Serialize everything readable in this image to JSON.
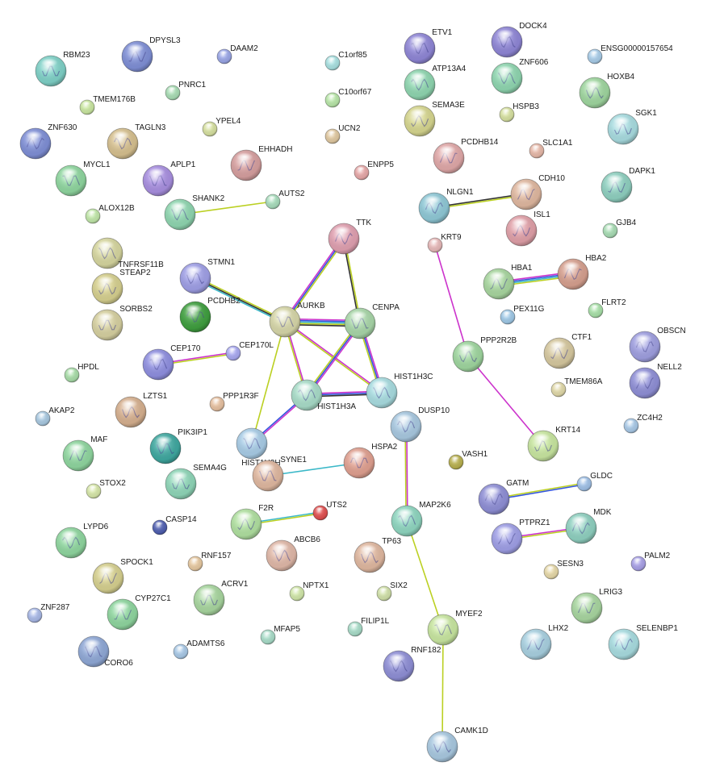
{
  "nodes": [
    {
      "id": "RBM23",
      "color": "#7fd1c7",
      "structure": true
    },
    {
      "id": "DPYSL3",
      "color": "#7f8fd6",
      "structure": true
    },
    {
      "id": "DAAM2",
      "color": "#9aa6e6",
      "structure": false
    },
    {
      "id": "C1orf85",
      "color": "#a8e0e0",
      "structure": false
    },
    {
      "id": "ETV1",
      "color": "#8f86d6",
      "structure": true
    },
    {
      "id": "DOCK4",
      "color": "#8f86d6",
      "structure": true
    },
    {
      "id": "ENSG00000157654",
      "color": "#a8cce8",
      "structure": false
    },
    {
      "id": "TMEM176B",
      "color": "#c9e6a0",
      "structure": false
    },
    {
      "id": "PNRC1",
      "color": "#a8dcb4",
      "structure": false
    },
    {
      "id": "C10orf67",
      "color": "#b8e6a8",
      "structure": false
    },
    {
      "id": "ATP13A4",
      "color": "#8fd6b0",
      "structure": true
    },
    {
      "id": "ZNF606",
      "color": "#8fd6b0",
      "structure": true
    },
    {
      "id": "HOXB4",
      "color": "#9fd69f",
      "structure": true
    },
    {
      "id": "SEMA3E",
      "color": "#d6d68f",
      "structure": true
    },
    {
      "id": "HSPB3",
      "color": "#d6e0a0",
      "structure": false
    },
    {
      "id": "ZNF630",
      "color": "#7f8fd6",
      "structure": true
    },
    {
      "id": "TAGLN3",
      "color": "#d6c08f",
      "structure": true
    },
    {
      "id": "YPEL4",
      "color": "#d6e0a0",
      "structure": false
    },
    {
      "id": "UCN2",
      "color": "#e0c8a0",
      "structure": false
    },
    {
      "id": "SGK1",
      "color": "#a8dce0",
      "structure": true
    },
    {
      "id": "EHHADH",
      "color": "#d69f9f",
      "structure": true
    },
    {
      "id": "PCDHB14",
      "color": "#e0a8a8",
      "structure": true
    },
    {
      "id": "SLC1A1",
      "color": "#e6b8a8",
      "structure": false
    },
    {
      "id": "MYCL1",
      "color": "#8fd69f",
      "structure": true
    },
    {
      "id": "APLP1",
      "color": "#a88fe0",
      "structure": true
    },
    {
      "id": "ENPP5",
      "color": "#e6a8a8",
      "structure": false
    },
    {
      "id": "DAPK1",
      "color": "#8fd0c0",
      "structure": true
    },
    {
      "id": "CDH10",
      "color": "#e0b8a0",
      "structure": true
    },
    {
      "id": "NLGN1",
      "color": "#8fc8d6",
      "structure": true
    },
    {
      "id": "AUTS2",
      "color": "#a8dcbc",
      "structure": false
    },
    {
      "id": "SHANK2",
      "color": "#8fd6b0",
      "structure": true
    },
    {
      "id": "ALOX12B",
      "color": "#c0e6a8",
      "structure": false
    },
    {
      "id": "ISL1",
      "color": "#e0a0a8",
      "structure": true
    },
    {
      "id": "GJB4",
      "color": "#a8dcb4",
      "structure": false
    },
    {
      "id": "TTK",
      "color": "#e0a0b0",
      "structure": true
    },
    {
      "id": "KRT9",
      "color": "#e6b8b8",
      "structure": false
    },
    {
      "id": "TNFRSF11B",
      "color": "#d6d69f",
      "structure": true
    },
    {
      "id": "STMN1",
      "color": "#9f9fe6",
      "structure": true
    },
    {
      "id": "STEAP2",
      "color": "#d6d08f",
      "structure": true
    },
    {
      "id": "HBA1",
      "color": "#a8d69f",
      "structure": true
    },
    {
      "id": "HBA2",
      "color": "#d6a08f",
      "structure": true
    },
    {
      "id": "PCDHB2",
      "color": "#3f9f3f",
      "structure": true
    },
    {
      "id": "AURKB",
      "color": "#d6d6a8",
      "structure": true
    },
    {
      "id": "CENPA",
      "color": "#a8d6a8",
      "structure": true
    },
    {
      "id": "SORBS2",
      "color": "#d6d0a0",
      "structure": true
    },
    {
      "id": "PEX11G",
      "color": "#9fc8e6",
      "structure": false
    },
    {
      "id": "FLRT2",
      "color": "#a8e0a8",
      "structure": false
    },
    {
      "id": "OBSCN",
      "color": "#9f9fe0",
      "structure": true
    },
    {
      "id": "CEP170",
      "color": "#8f8fe0",
      "structure": true
    },
    {
      "id": "CEP170L",
      "color": "#a8a8f0",
      "structure": false
    },
    {
      "id": "PPP2R2B",
      "color": "#9fd69f",
      "structure": true
    },
    {
      "id": "CTF1",
      "color": "#d6c89f",
      "structure": true
    },
    {
      "id": "NELL2",
      "color": "#8f8fd6",
      "structure": true
    },
    {
      "id": "HPDL",
      "color": "#a8dca8",
      "structure": false
    },
    {
      "id": "HIST1H3A",
      "color": "#a8dcc8",
      "structure": true
    },
    {
      "id": "HIST1H3C",
      "color": "#a8dce0",
      "structure": true
    },
    {
      "id": "LZTS1",
      "color": "#d6b08f",
      "structure": true
    },
    {
      "id": "PPP1R3F",
      "color": "#e6c0a0",
      "structure": false
    },
    {
      "id": "TMEM86A",
      "color": "#e0d8a8",
      "structure": false
    },
    {
      "id": "AKAP2",
      "color": "#a8c8e0",
      "structure": false
    },
    {
      "id": "DUSP10",
      "color": "#a8c8e0",
      "structure": true
    },
    {
      "id": "HIST1H3H",
      "color": "#a8cce6",
      "structure": true
    },
    {
      "id": "PIK3IP1",
      "color": "#3fa8a0",
      "structure": true
    },
    {
      "id": "KRT14",
      "color": "#c8e6a0",
      "structure": true
    },
    {
      "id": "ZC4H2",
      "color": "#a8c8e6",
      "structure": false
    },
    {
      "id": "MAF",
      "color": "#8fd69f",
      "structure": true
    },
    {
      "id": "HSPA2",
      "color": "#e0a090",
      "structure": true
    },
    {
      "id": "VASH1",
      "color": "#b8b04f",
      "structure": false
    },
    {
      "id": "SYNE1",
      "color": "#e0b8a0",
      "structure": true
    },
    {
      "id": "SEMA4G",
      "color": "#8fd6b8",
      "structure": true
    },
    {
      "id": "STOX2",
      "color": "#d6e6a8",
      "structure": false
    },
    {
      "id": "GLDC",
      "color": "#9fc0e6",
      "structure": false
    },
    {
      "id": "GATM",
      "color": "#8f8fd6",
      "structure": true
    },
    {
      "id": "MAP2K6",
      "color": "#8fd6c0",
      "structure": true
    },
    {
      "id": "UTS2",
      "color": "#e04f4f",
      "structure": false
    },
    {
      "id": "CASP14",
      "color": "#4f5fb0",
      "structure": false
    },
    {
      "id": "F2R",
      "color": "#b0e0a0",
      "structure": true
    },
    {
      "id": "PTPRZ1",
      "color": "#9f9fe6",
      "structure": true
    },
    {
      "id": "MDK",
      "color": "#8fd0c0",
      "structure": true
    },
    {
      "id": "LYPD6",
      "color": "#8fd69f",
      "structure": true
    },
    {
      "id": "ABCB6",
      "color": "#e0b8a8",
      "structure": true
    },
    {
      "id": "TP63",
      "color": "#e0b8a0",
      "structure": true
    },
    {
      "id": "PALM2",
      "color": "#a8a0e6",
      "structure": false
    },
    {
      "id": "SPOCK1",
      "color": "#d6d08f",
      "structure": true
    },
    {
      "id": "RNF157",
      "color": "#e6c8a0",
      "structure": false
    },
    {
      "id": "SESN3",
      "color": "#e6d8a8",
      "structure": false
    },
    {
      "id": "NPTX1",
      "color": "#d0e6a8",
      "structure": false
    },
    {
      "id": "SIX2",
      "color": "#d0e0a8",
      "structure": false
    },
    {
      "id": "ACRV1",
      "color": "#a8d69f",
      "structure": true
    },
    {
      "id": "CYP27C1",
      "color": "#8fd69f",
      "structure": true
    },
    {
      "id": "LRIG3",
      "color": "#a8d6a0",
      "structure": true
    },
    {
      "id": "ZNF287",
      "color": "#a8b8e6",
      "structure": false
    },
    {
      "id": "MYEF2",
      "color": "#c8e6a0",
      "structure": true
    },
    {
      "id": "CORO6",
      "color": "#8fa8d6",
      "structure": true
    },
    {
      "id": "MFAP5",
      "color": "#a8dcc8",
      "structure": false
    },
    {
      "id": "FILIP1L",
      "color": "#a8dcc8",
      "structure": false
    },
    {
      "id": "LHX2",
      "color": "#a8d0e0",
      "structure": true
    },
    {
      "id": "SELENBP1",
      "color": "#a8dce0",
      "structure": true
    },
    {
      "id": "ADAMTS6",
      "color": "#a8c8e6",
      "structure": false
    },
    {
      "id": "RNF182",
      "color": "#8f8fd6",
      "structure": true
    },
    {
      "id": "CAMK1D",
      "color": "#a8c8e0",
      "structure": true
    }
  ],
  "edges": [
    {
      "source": "AURKB",
      "target": "TTK",
      "colors": [
        "#cc33cc",
        "#3355dd",
        "#bbd022"
      ]
    },
    {
      "source": "CENPA",
      "target": "TTK",
      "colors": [
        "#333333",
        "#bbd022"
      ]
    },
    {
      "source": "AURKB",
      "target": "CENPA",
      "colors": [
        "#cc33cc",
        "#3355dd",
        "#3bb8c8",
        "#bbd022",
        "#333333"
      ]
    },
    {
      "source": "AURKB",
      "target": "HIST1H3A",
      "colors": [
        "#cc33cc",
        "#bbd022"
      ]
    },
    {
      "source": "AURKB",
      "target": "HIST1H3C",
      "colors": [
        "#cc33cc",
        "#bbd022"
      ]
    },
    {
      "source": "CENPA",
      "target": "HIST1H3A",
      "colors": [
        "#cc33cc",
        "#3355dd",
        "#bbd022"
      ]
    },
    {
      "source": "CENPA",
      "target": "HIST1H3C",
      "colors": [
        "#cc33cc",
        "#3355dd",
        "#bbd022"
      ]
    },
    {
      "source": "HIST1H3A",
      "target": "HIST1H3C",
      "colors": [
        "#cc33cc",
        "#3355dd",
        "#333333"
      ]
    },
    {
      "source": "HIST1H3A",
      "target": "HIST1H3H",
      "colors": [
        "#cc33cc",
        "#3355dd"
      ]
    },
    {
      "source": "AURKB",
      "target": "HIST1H3H",
      "colors": [
        "#bbd022"
      ]
    },
    {
      "source": "AURKB",
      "target": "STMN1",
      "colors": [
        "#3bb8c8",
        "#333333",
        "#bbd022"
      ]
    },
    {
      "source": "CEP170",
      "target": "CEP170L",
      "colors": [
        "#cc33cc",
        "#bbd022"
      ]
    },
    {
      "source": "SHANK2",
      "target": "AUTS2",
      "colors": [
        "#bbd022"
      ]
    },
    {
      "source": "NLGN1",
      "target": "CDH10",
      "colors": [
        "#333333",
        "#bbd022"
      ]
    },
    {
      "source": "HBA1",
      "target": "HBA2",
      "colors": [
        "#cc33cc",
        "#3355dd",
        "#3bb8c8",
        "#bbd022"
      ]
    },
    {
      "source": "KRT9",
      "target": "PPP2R2B",
      "colors": [
        "#cc33cc"
      ]
    },
    {
      "source": "PPP2R2B",
      "target": "KRT14",
      "colors": [
        "#cc33cc"
      ]
    },
    {
      "source": "DUSP10",
      "target": "MAP2K6",
      "colors": [
        "#cc33cc",
        "#bbd022"
      ]
    },
    {
      "source": "SYNE1",
      "target": "HSPA2",
      "colors": [
        "#3bb8c8"
      ]
    },
    {
      "source": "F2R",
      "target": "UTS2",
      "colors": [
        "#3bb8c8",
        "#bbd022"
      ]
    },
    {
      "source": "GATM",
      "target": "GLDC",
      "colors": [
        "#bbd022",
        "#3355dd"
      ]
    },
    {
      "source": "PTPRZ1",
      "target": "MDK",
      "colors": [
        "#cc33cc",
        "#bbd022"
      ]
    },
    {
      "source": "MAP2K6",
      "target": "MYEF2",
      "colors": [
        "#bbd022"
      ]
    },
    {
      "source": "MYEF2",
      "target": "CAMK1D",
      "colors": [
        "#bbd022"
      ]
    }
  ]
}
